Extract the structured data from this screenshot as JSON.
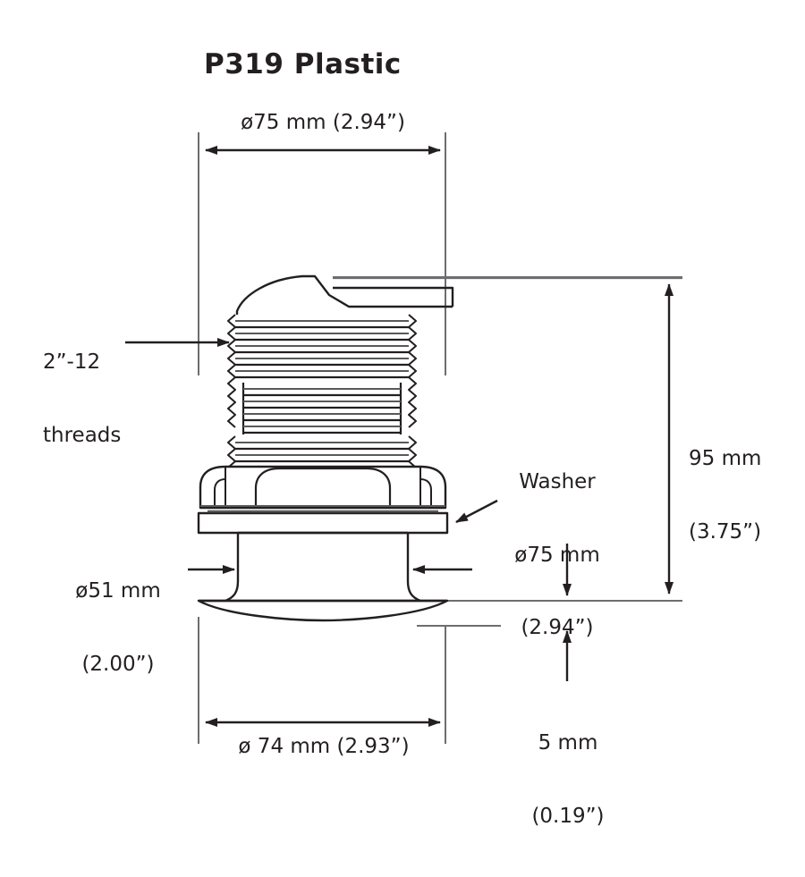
{
  "drawing": {
    "title": "P319 Plastic",
    "subject": "transducer-housing-cross-section",
    "units": "mm and inches",
    "line_color": "#231f20",
    "fill_color": "#ffffff",
    "background": "#ffffff"
  },
  "dimensions": {
    "top_diameter": "ø75 mm (2.94”)",
    "threads": "2”-12\nthreads",
    "threads_line1": "2”-12",
    "threads_line2": "threads",
    "washer": "Washer\nø75 mm\n(2.94”)",
    "washer_line1": "Washer",
    "washer_line2": "ø75 mm",
    "washer_line3": "(2.94”)",
    "overall_height": "95 mm\n(3.75”)",
    "overall_height_line1": "95 mm",
    "overall_height_line2": "(3.75”)",
    "stem_diameter": "ø51 mm\n(2.00”)",
    "stem_diameter_line1": "ø51 mm",
    "stem_diameter_line2": "(2.00”)",
    "flange_thickness": "5 mm\n(0.19”)",
    "flange_thickness_line1": "5 mm",
    "flange_thickness_line2": "(0.19”)",
    "base_diameter": "ø 74 mm (2.93”)"
  },
  "icons": {
    "arrow_right": "arrow-right-icon",
    "arrow_left": "arrow-left-icon",
    "arrow_up": "arrow-up-icon",
    "arrow_down": "arrow-down-icon",
    "leader": "leader-line-icon"
  }
}
